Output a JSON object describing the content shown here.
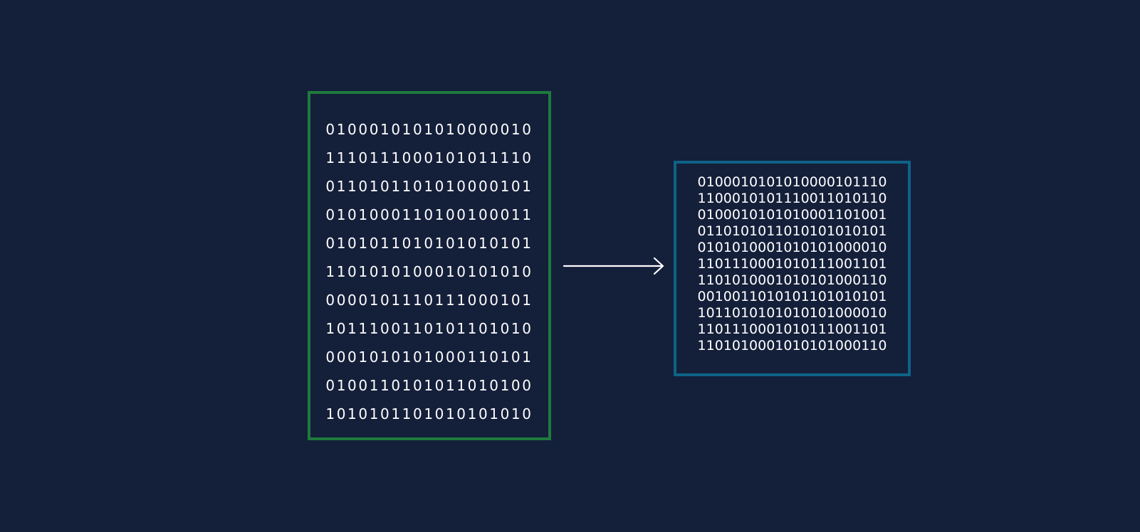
{
  "input_block": {
    "lines": [
      "0100010101010000010",
      "1110111000101011110",
      "0110101101010000101",
      "0101000110100100011",
      "0101011010101010101",
      "1101010100010101010",
      "0000101110111000101",
      "1011100110101101010",
      "0001010101000110101",
      "0100110101011010100",
      "1010101101010101010"
    ]
  },
  "output_block": {
    "lines": [
      "0100010101010000101110",
      "1100010101110011010110",
      "0100010101010001101001",
      "0110101011010101010101",
      "0101010001010101000010",
      "1101110001010111001101",
      "1101010001010101000110",
      "0010011010101101010101",
      "1011010101010101000010",
      "1101110001010111001101",
      "1101010001010101000110"
    ]
  },
  "colors": {
    "background": "#141f3a",
    "input_border": "#1e7a3c",
    "output_border": "#0e6387",
    "text": "#ffffff",
    "arrow": "#ffffff"
  },
  "icons": {
    "connector": "right-arrow-icon"
  }
}
